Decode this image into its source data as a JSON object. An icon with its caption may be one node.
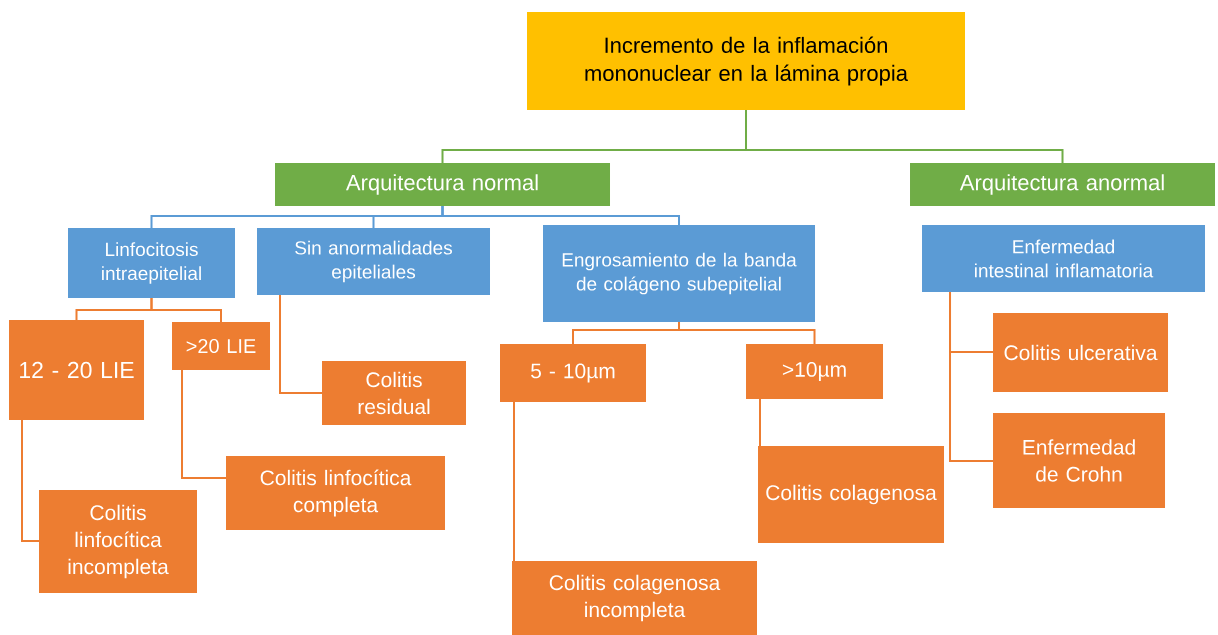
{
  "diagram": {
    "nodes": [
      {
        "text": [
          "Incremento de la inflamación mononuclear en la lámina propia"
        ]
      },
      {
        "text": [
          "Arquitectura normal"
        ]
      },
      {
        "text": [
          "Arquitectura anormal"
        ]
      },
      {
        "text": [
          "Linfocitosis intraepitelial"
        ]
      },
      {
        "text": [
          "Sin anormalidades epiteliales"
        ]
      },
      {
        "text": [
          "Engrosamiento de la banda de colágeno subepitelial"
        ]
      },
      {
        "text": [
          "Enfermedad intestinal inflamatoria"
        ]
      },
      {
        "text": [
          "12 - 20 LIE"
        ]
      },
      {
        "text": [
          ">20 LIE"
        ]
      },
      {
        "text": [
          "Colitis residual"
        ]
      },
      {
        "text": [
          "Colitis linfocítica completa"
        ]
      },
      {
        "text": [
          "Colitis linfocítica incompleta"
        ]
      },
      {
        "text": [
          "5 - 10µm"
        ]
      },
      {
        "text": [
          ">10µm"
        ]
      },
      {
        "text": [
          "Colitis colagenosa"
        ]
      },
      {
        "text": [
          "Colitis colagenosa incompleta"
        ]
      },
      {
        "text": [
          "Colitis ulcerativa"
        ]
      },
      {
        "text": [
          "Enfermedad de Crohn"
        ]
      }
    ],
    "edges": [
      {
        "from": 0,
        "to": 1,
        "arrow": "none",
        "color": "#70ad47"
      },
      {
        "from": 0,
        "to": 2,
        "arrow": "none",
        "color": "#70ad47"
      },
      {
        "from": 1,
        "to": 3,
        "arrow": "none",
        "color": "#5b9bd5"
      },
      {
        "from": 1,
        "to": 4,
        "arrow": "none",
        "color": "#5b9bd5"
      },
      {
        "from": 1,
        "to": 5,
        "arrow": "none",
        "color": "#5b9bd5"
      },
      {
        "from": 3,
        "to": 7,
        "arrow": "none"
      },
      {
        "from": 3,
        "to": 8,
        "arrow": "none"
      },
      {
        "from": 4,
        "to": 9,
        "arrow": "none"
      },
      {
        "from": 8,
        "to": 10,
        "arrow": "none"
      },
      {
        "from": 7,
        "to": 11,
        "arrow": "none"
      },
      {
        "from": 5,
        "to": 12,
        "arrow": "none"
      },
      {
        "from": 5,
        "to": 13,
        "arrow": "none"
      },
      {
        "from": 12,
        "to": 15,
        "arrow": "none"
      },
      {
        "from": 13,
        "to": 14,
        "arrow": "none"
      },
      {
        "from": 6,
        "to": 16,
        "arrow": "none"
      },
      {
        "from": 6,
        "to": 17,
        "arrow": "none"
      }
    ]
  }
}
